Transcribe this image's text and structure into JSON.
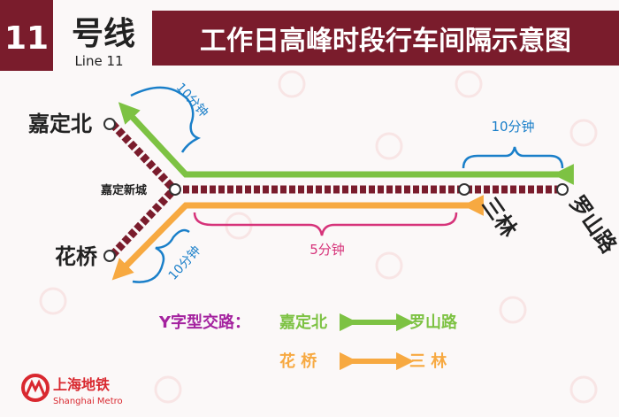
{
  "header": {
    "line_number": "11",
    "title_cn": "号线",
    "title_en": "Line 11",
    "banner": "工作日高峰时段行车间隔示意图"
  },
  "stations": {
    "jiading_north": "嘉定北",
    "jiading_xincheng": "嘉定新城",
    "huaqiao": "花桥",
    "sanlin": "三林",
    "luoshanlu": "罗山路"
  },
  "intervals": {
    "north_branch": "10分钟",
    "east_end": "10分钟",
    "huaqiao_branch": "10分钟",
    "main_orange": "5分钟"
  },
  "legend": {
    "title": "Y字型交路：",
    "route1_from": "嘉定北",
    "route1_to": "罗山路",
    "route2_from": "花 桥",
    "route2_to": "三 林"
  },
  "logo": {
    "name_cn": "上海地铁",
    "name_en": "Shanghai Metro"
  },
  "colors": {
    "maroon": "#7a1c2c",
    "green": "#7dc243",
    "orange": "#f7a941",
    "blue": "#1a7fc9",
    "magenta": "#d6337a",
    "logo_red": "#d9282f",
    "legend_title": "#a4229f"
  }
}
